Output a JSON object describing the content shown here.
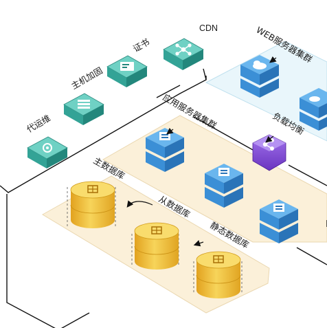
{
  "labels": {
    "cdn": "CDN",
    "cert": "证书",
    "host_hardening": "主机加固",
    "ops": "代运维",
    "web_cluster": "WEB服务器集群",
    "app_cluster": "应用服务器集群",
    "load_balancer": "负载均衡",
    "master_db": "主数据库",
    "slave_db": "从数据库",
    "static_db": "静态数据库"
  },
  "icons": {
    "cdn": "network-nodes-icon",
    "cert": "certificate-icon",
    "host_hardening": "server-rack-icon",
    "ops": "gear-icon",
    "web_cluster": "cloud-upload-icon",
    "app_server": "document-icon",
    "load_balancer": "share-nodes-icon",
    "database": "grid-icon"
  },
  "colors": {
    "teal_top": "#6fd1c4",
    "teal_side": "#33a396",
    "server_blue": "#3b8fd6",
    "db_yellow": "#f3c43a",
    "balancer_purple": "#8a4fd8",
    "web_zone": "#e9f6fb",
    "app_zone": "#fbf0d9",
    "db_zone": "#fbf0d9"
  }
}
